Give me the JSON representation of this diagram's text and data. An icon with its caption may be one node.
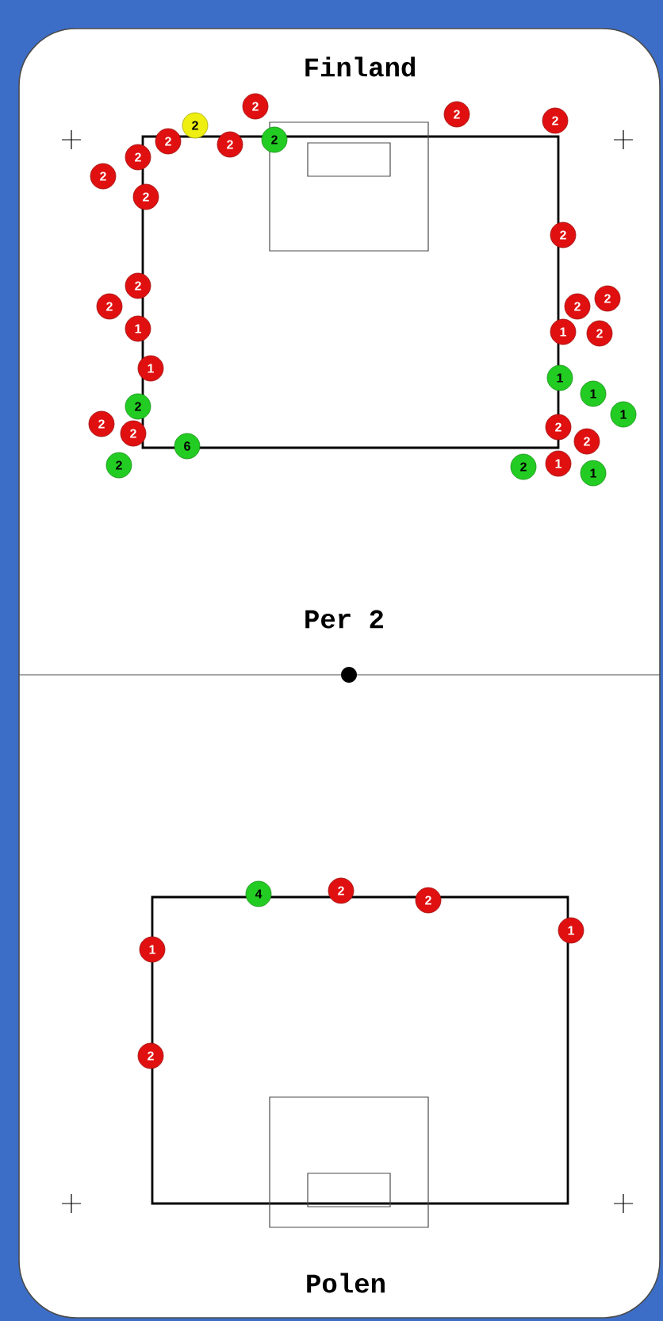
{
  "diagram": {
    "nodes": [
      {
        "text": [
          "2"
        ]
      },
      {
        "text": [
          "2"
        ]
      },
      {
        "text": [
          "2"
        ]
      },
      {
        "text": [
          "2"
        ]
      },
      {
        "text": [
          "2"
        ]
      },
      {
        "text": [
          "2"
        ]
      },
      {
        "text": [
          "2"
        ]
      },
      {
        "text": [
          "2"
        ]
      },
      {
        "text": [
          "2"
        ]
      },
      {
        "text": [
          "2"
        ]
      },
      {
        "text": [
          "2"
        ]
      },
      {
        "text": [
          "2"
        ]
      },
      {
        "text": [
          "2"
        ]
      },
      {
        "text": [
          "2"
        ]
      },
      {
        "text": [
          "2"
        ]
      },
      {
        "text": [
          "1"
        ]
      },
      {
        "text": [
          "1"
        ]
      },
      {
        "text": [
          "2"
        ]
      },
      {
        "text": [
          "1"
        ]
      },
      {
        "text": [
          "1"
        ]
      },
      {
        "text": [
          "1"
        ]
      },
      {
        "text": [
          "2"
        ]
      },
      {
        "text": [
          "1"
        ]
      },
      {
        "text": [
          "2"
        ]
      },
      {
        "text": [
          "2"
        ]
      },
      {
        "text": [
          "2"
        ]
      },
      {
        "text": [
          "2"
        ]
      },
      {
        "text": [
          "6"
        ]
      },
      {
        "text": [
          "1"
        ]
      },
      {
        "text": [
          "2"
        ]
      },
      {
        "text": [
          "2"
        ]
      },
      {
        "text": [
          "1"
        ]
      },
      {
        "text": [
          "2"
        ]
      },
      {
        "text": [
          "4"
        ]
      },
      {
        "text": [
          "2"
        ]
      },
      {
        "text": [
          "1"
        ]
      },
      {
        "text": [
          "1"
        ]
      },
      {
        "text": [
          "2"
        ]
      }
    ],
    "labels": [
      "Finland",
      "Per 2",
      "Polen"
    ]
  }
}
